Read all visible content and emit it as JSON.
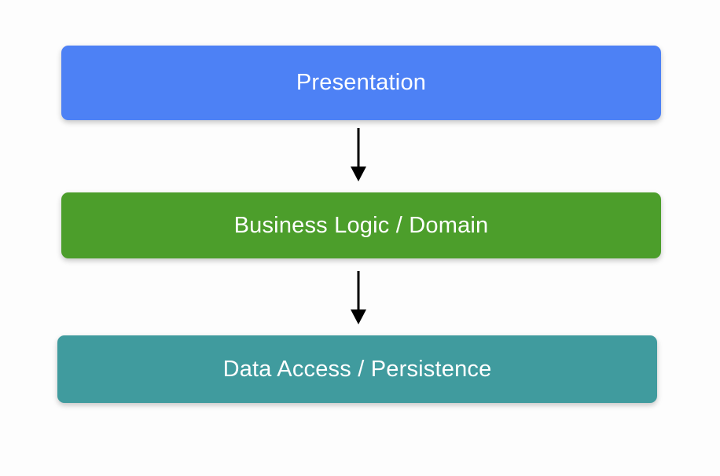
{
  "diagram": {
    "type": "layered-architecture",
    "background_color": "#fdfdfd",
    "layers": [
      {
        "id": "presentation",
        "label": "Presentation",
        "color": "#4d81f5",
        "text_color": "#ffffff",
        "order": 1
      },
      {
        "id": "business-logic",
        "label": "Business Logic / Domain",
        "color": "#4c9e2b",
        "text_color": "#ffffff",
        "order": 2
      },
      {
        "id": "data-access",
        "label": "Data Access / Persistence",
        "color": "#409b9e",
        "text_color": "#ffffff",
        "order": 3
      }
    ],
    "connectors": [
      {
        "id": "presentation-to-business",
        "from": "presentation",
        "to": "business-logic",
        "direction": "down",
        "color": "#000000"
      },
      {
        "id": "business-to-data",
        "from": "business-logic",
        "to": "data-access",
        "direction": "down",
        "color": "#000000"
      }
    ]
  }
}
